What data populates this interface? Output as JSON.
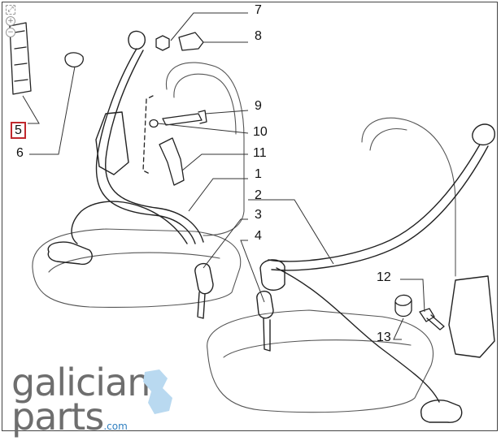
{
  "diagram": {
    "callouts": [
      "7",
      "8",
      "9",
      "10",
      "11",
      "1",
      "2",
      "3",
      "4",
      "5",
      "6",
      "12",
      "13"
    ],
    "highlight_color": "#c0282d",
    "line_color": "#333333"
  },
  "viewer": {
    "controls": [
      "fit-icon",
      "zoom-in-icon",
      "zoom-out-icon"
    ]
  },
  "logo": {
    "line1": "galician",
    "line2": "parts",
    "suffix": ".com",
    "accent_color": "#2f7fc0"
  }
}
